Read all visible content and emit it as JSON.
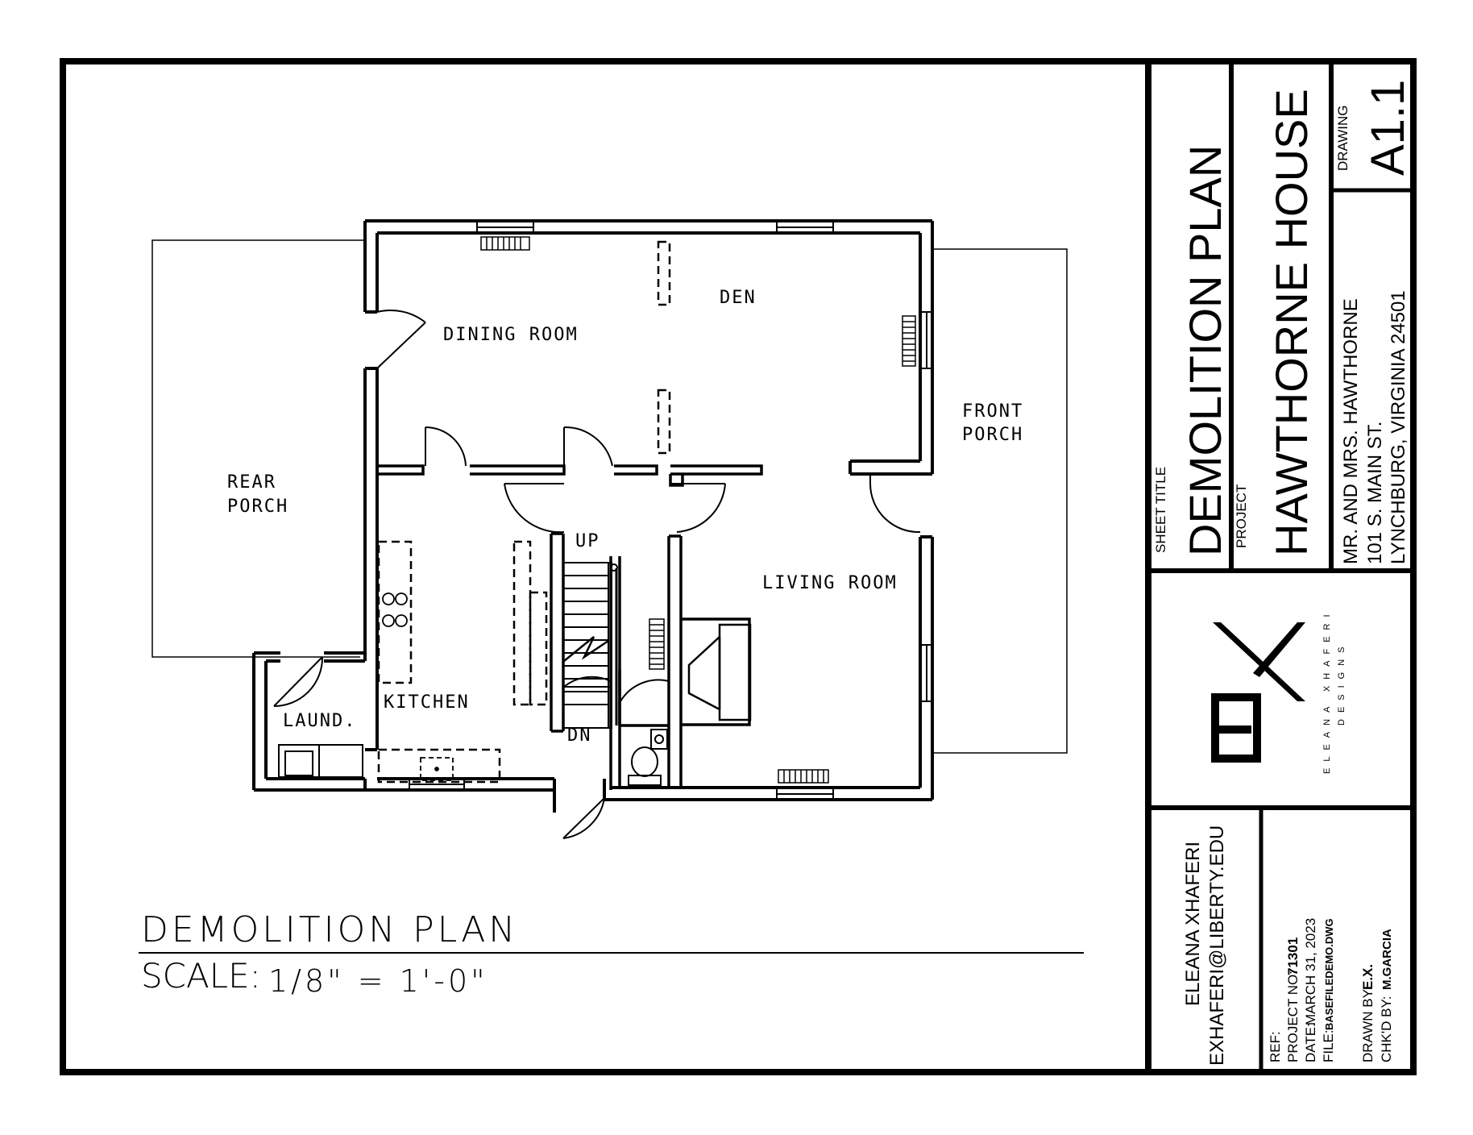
{
  "plan": {
    "rooms": {
      "dining": "DINING ROOM",
      "den": "DEN",
      "rear_porch_1": "REAR",
      "rear_porch_2": "PORCH",
      "front_porch_1": "FRONT",
      "front_porch_2": "PORCH",
      "living": "LIVING ROOM",
      "kitchen": "KITCHEN",
      "laundry": "LAUND.",
      "stair_up": "UP",
      "stair_down": "DN"
    },
    "title": "DEMOLITION PLAN",
    "scale_label": "SCALE:",
    "scale_value": "1/8\" = 1'-0\""
  },
  "title_block": {
    "sheet_title_label": "SHEET TITLE",
    "sheet_title": "DEMOLITION PLAN",
    "project_label": "PROJECT",
    "project_name": "HAWTHORNE HOUSE",
    "client": "MR. AND MRS. HAWTHORNE",
    "address_1": "101 S. MAIN ST.",
    "address_2": "LYNCHBURG, VIRGINIA 24501",
    "drawing_label": "DRAWING",
    "drawing_number": "A1.1",
    "logo_letters": "EX",
    "logo_text_1": "ELEANA XHAFERI",
    "logo_text_2": "DESIGNS",
    "designer_name": "ELEANA XHAFERI",
    "designer_email": "EXHAFERI@LIBERTY.EDU",
    "ref_label": "REF:",
    "project_no_label": "PROJECT NO:",
    "project_no": "71301",
    "date_label": "DATE:",
    "date": "MARCH 31, 2023",
    "file_label": "FILE:",
    "file": "BASEFILEDEMO.DWG",
    "drawn_by_label": "DRAWN BY:",
    "drawn_by": "E.X.",
    "checked_by_label": "CHK'D BY:",
    "checked_by": "M.GARCIA"
  }
}
